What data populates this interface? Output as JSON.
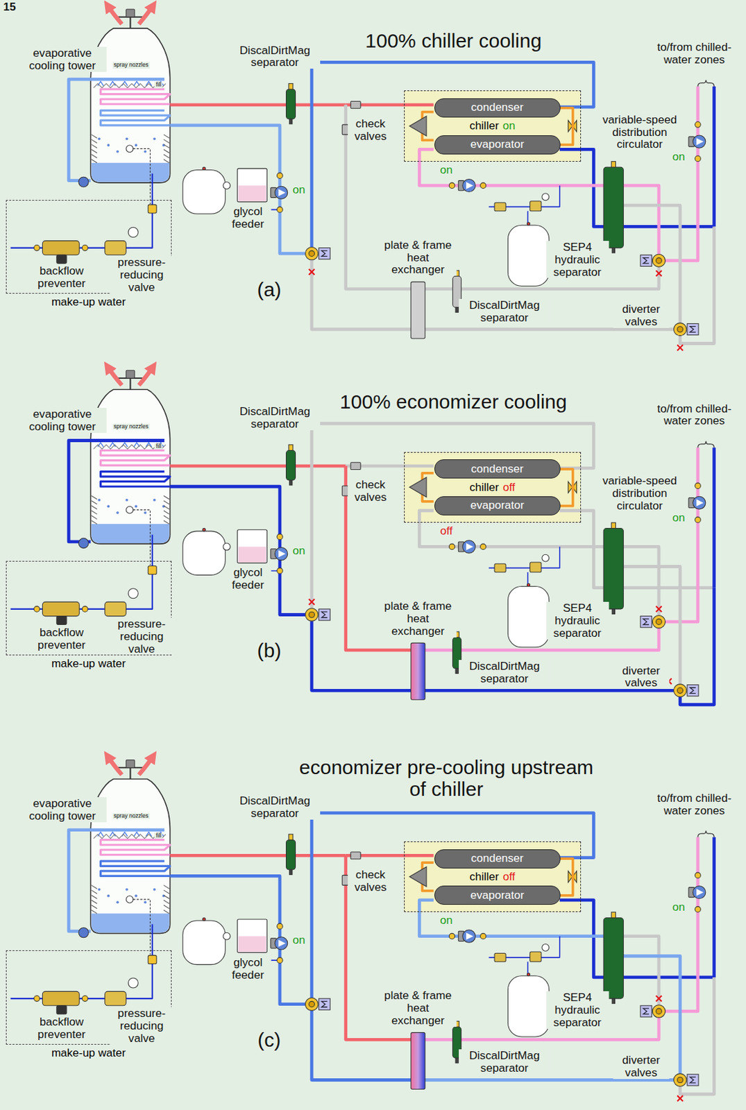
{
  "diagram": {
    "nodes": [
      {
        "text": [
          "chiller",
          "on"
        ]
      },
      {
        "text": [
          "condenser"
        ],
        "in": 0
      },
      {
        "text": [
          "evaporator"
        ],
        "in": 0
      },
      {
        "text": [
          "make-up water"
        ]
      },
      {
        "text": [
          "chiller",
          "off"
        ]
      },
      {
        "text": [
          "condenser"
        ],
        "in": 4
      },
      {
        "text": [
          "evaporator"
        ],
        "in": 4
      },
      {
        "text": [
          "make-up water"
        ]
      },
      {
        "text": [
          "chiller",
          "off"
        ]
      },
      {
        "text": [
          "condenser"
        ],
        "in": 8
      },
      {
        "text": [
          "evaporator"
        ],
        "in": 8
      },
      {
        "text": [
          "make-up water"
        ]
      }
    ],
    "edges": [
      {
        "from": 1,
        "to": 2,
        "arrow": "none"
      },
      {
        "from": 5,
        "to": 6,
        "arrow": "none"
      },
      {
        "from": 9,
        "to": 10,
        "arrow": "none"
      }
    ],
    "labels": [
      "15",
      "100% chiller cooling",
      "evaporative cooling tower",
      "spray nozzles",
      "fill",
      "DiscalDirtMag separator",
      "check valves",
      "to/from chilled-water zones",
      "variable-speed distribution circulator",
      "on",
      "on",
      "on",
      "glycol feeder",
      "backflow preventer",
      "pressure-reducing valve",
      "plate & frame heat exchanger",
      "DiscalDirtMag separator",
      "SEP4 hydraulic separator",
      "diverter valves",
      "(a)",
      "100% economizer cooling",
      "evaporative cooling tower",
      "spray nozzles",
      "fill",
      "DiscalDirtMag separator",
      "check valves",
      "to/from chilled-water zones",
      "variable-speed distribution circulator",
      "on",
      "off",
      "on",
      "glycol feeder",
      "backflow preventer",
      "pressure-reducing valve",
      "plate & frame heat exchanger",
      "DiscalDirtMag separator",
      "SEP4 hydraulic separator",
      "diverter valves",
      "(b)",
      "economizer pre-cooling upstream of chiller",
      "evaporative cooling tower",
      "spray nozzles",
      "fill",
      "DiscalDirtMag separator",
      "check valves",
      "to/from chilled-water zones",
      "on",
      "on",
      "on",
      "glycol feeder",
      "backflow preventer",
      "pressure-reducing valve",
      "plate & frame heat exchanger",
      "DiscalDirtMag separator",
      "SEP4 hydraulic separator",
      "diverter valves",
      "(c)"
    ]
  }
}
